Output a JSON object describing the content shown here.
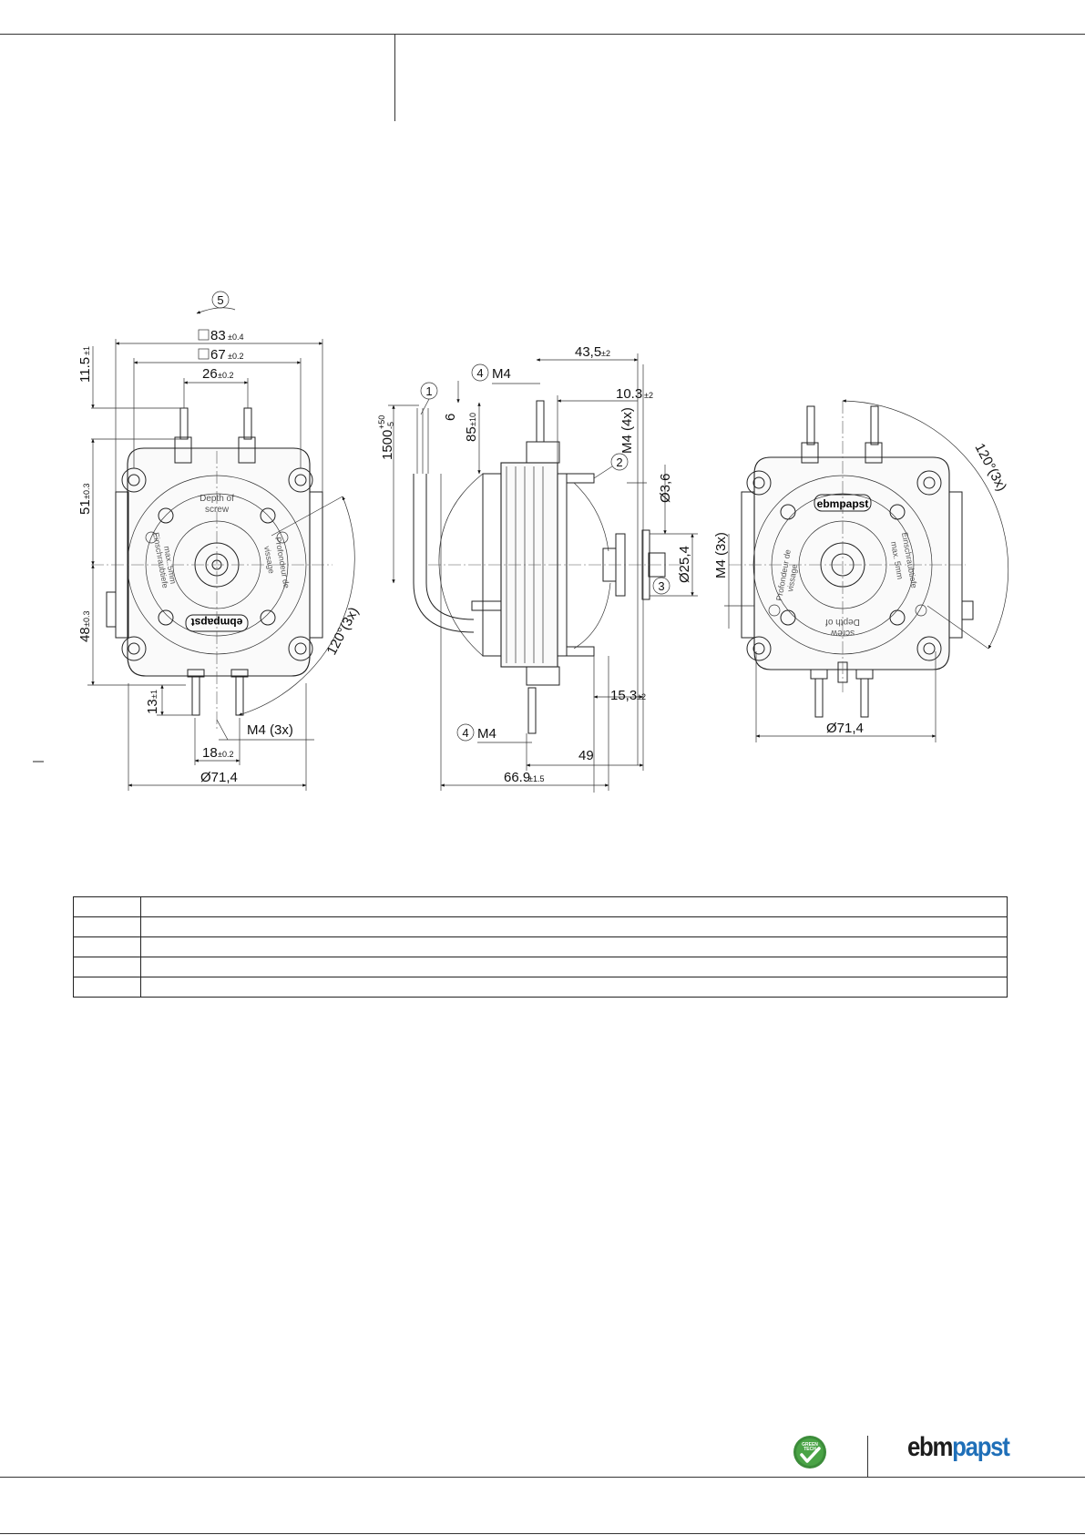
{
  "drawing": {
    "front_view": {
      "dims": {
        "flange_outer": "83",
        "flange_outer_tol": "±0.4",
        "hole_pattern": "67",
        "hole_pattern_tol": "±0.2",
        "terminal_spacing": "26",
        "terminal_spacing_tol": "±0.2",
        "top_offset": "11.5",
        "top_offset_tol": "±1",
        "upper_height": "51",
        "upper_height_tol": "±0.3",
        "lower_height": "48",
        "lower_height_tol": "±0.3",
        "foot_height": "13",
        "foot_height_tol": "±1",
        "foot_spacing": "18",
        "foot_spacing_tol": "±0.2",
        "thread": "M4 (3x)",
        "diameter": "Ø71,4",
        "angle": "120°(3x)",
        "callout": "5"
      },
      "labels": {
        "logo": "ebmpapst",
        "depth_en": "Depth of",
        "depth_en2": "screw",
        "depth_de": "Einschraubtiefe",
        "depth_de2": "max. 5mm",
        "depth_fr": "Profondeur de",
        "depth_fr2": "vissage"
      }
    },
    "side_view": {
      "dims": {
        "overall_top": "43,5",
        "overall_top_tol": "±2",
        "shaft_extension": "10.3",
        "shaft_extension_tol": "±2",
        "thread_top": "M4",
        "thread_bottom": "M4",
        "mount_thread": "M4 (4x)",
        "pin_dia": "Ø3,6",
        "hub_dia": "Ø25,4",
        "cable_length": "1500",
        "cable_tol_upper": "+50",
        "cable_tol_lower": "-5",
        "strip": "6",
        "lead": "85",
        "lead_tol": "±10",
        "bottom_ext": "15,3",
        "bottom_ext_tol": "±2",
        "depth_49": "49",
        "overall_width": "66.9",
        "overall_width_tol": "±1.5"
      },
      "callouts": [
        "1",
        "2",
        "3",
        "4",
        "4"
      ]
    },
    "rear_view": {
      "dims": {
        "thread": "M4 (3x)",
        "diameter": "Ø71,4",
        "angle": "120°(3x)"
      },
      "labels": {
        "logo": "ebmpapst",
        "depth_en": "Depth of",
        "depth_en2": "screw",
        "depth_de": "Einschraubtiefe",
        "depth_de2": "max. 5mm",
        "depth_fr": "Profondeur de",
        "depth_fr2": "vissage"
      }
    }
  },
  "legend_table": {
    "rows": [
      [
        "",
        ""
      ],
      [
        "",
        ""
      ],
      [
        "",
        ""
      ],
      [
        "",
        ""
      ],
      [
        "",
        ""
      ]
    ]
  },
  "footer": {
    "badge_line1": "GREEN",
    "badge_line2": "TECH",
    "brand_part1": "ebm",
    "brand_part2": "papst",
    "brand_color": "#1f6fb8",
    "badge_color": "#3c8c3a"
  }
}
